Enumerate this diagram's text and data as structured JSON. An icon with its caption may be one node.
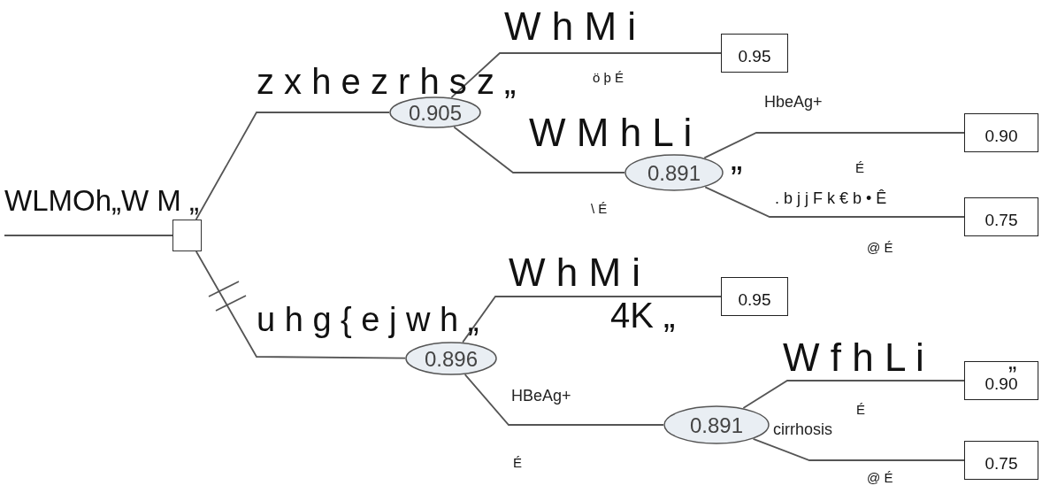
{
  "diagram": {
    "nodes": [
      {
        "text": [],
        "shape": "box"
      },
      {
        "text": [
          "0.905"
        ]
      },
      {
        "text": [
          "0.95"
        ]
      },
      {
        "text": [
          "0.891"
        ]
      },
      {
        "text": [
          "0.90"
        ]
      },
      {
        "text": [
          "0.75"
        ]
      },
      {
        "text": [
          "0.896"
        ]
      },
      {
        "text": [
          "0.95"
        ]
      },
      {
        "text": [
          "0.891"
        ]
      },
      {
        "text": [
          "0.90"
        ]
      },
      {
        "text": [
          "0.75"
        ]
      }
    ],
    "edges": [
      {
        "from": null,
        "to": 0,
        "arrow": "none"
      },
      {
        "from": 0,
        "to": 1,
        "arrow": "none"
      },
      {
        "from": 1,
        "to": 2,
        "arrow": "none"
      },
      {
        "from": 1,
        "to": 3,
        "arrow": "none"
      },
      {
        "from": 3,
        "to": 4,
        "arrow": "none",
        "label": "HbeAg+"
      },
      {
        "from": 3,
        "to": 5,
        "arrow": "none"
      },
      {
        "from": 0,
        "to": 6,
        "arrow": "none"
      },
      {
        "from": 6,
        "to": 7,
        "arrow": "none"
      },
      {
        "from": 6,
        "to": 8,
        "arrow": "none",
        "label": "HBeAg+"
      },
      {
        "from": 8,
        "to": 9,
        "arrow": "none"
      },
      {
        "from": 8,
        "to": 10,
        "arrow": "none",
        "label": "cirrhosis"
      }
    ],
    "labels": [
      "W h M i",
      "ö þ É",
      "z x h e z r h s z „",
      "W M h L i",
      "„",
      "É",
      "WLMOh„W M „",
      "\\ É",
      ". b j j F k € b • Ê",
      "@ É",
      "W h M i",
      "4K „",
      "u h g { e j w h „",
      "W f h L i",
      "„",
      "É",
      "É",
      "@ É"
    ]
  }
}
